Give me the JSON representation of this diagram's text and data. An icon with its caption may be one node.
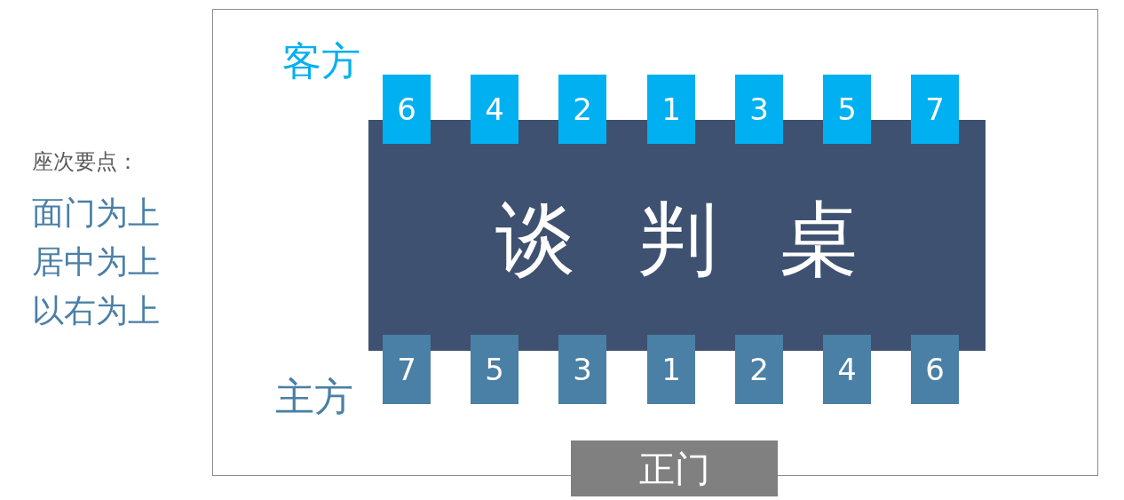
{
  "diagram": {
    "nodes": [
      {
        "text": [
          "6"
        ]
      },
      {
        "text": [
          "4"
        ]
      },
      {
        "text": [
          "2"
        ]
      },
      {
        "text": [
          "1"
        ]
      },
      {
        "text": [
          "3"
        ]
      },
      {
        "text": [
          "5"
        ]
      },
      {
        "text": [
          "7"
        ]
      },
      {
        "text": [
          "谈判桌"
        ]
      },
      {
        "text": [
          "7"
        ]
      },
      {
        "text": [
          "5"
        ]
      },
      {
        "text": [
          "3"
        ]
      },
      {
        "text": [
          "1"
        ]
      },
      {
        "text": [
          "2"
        ]
      },
      {
        "text": [
          "4"
        ]
      },
      {
        "text": [
          "6"
        ]
      },
      {
        "text": [
          "正门"
        ]
      }
    ],
    "labels": [
      "客方",
      "座次要点：",
      "面门为上",
      "居中为上",
      "以右为上",
      "主方"
    ]
  }
}
